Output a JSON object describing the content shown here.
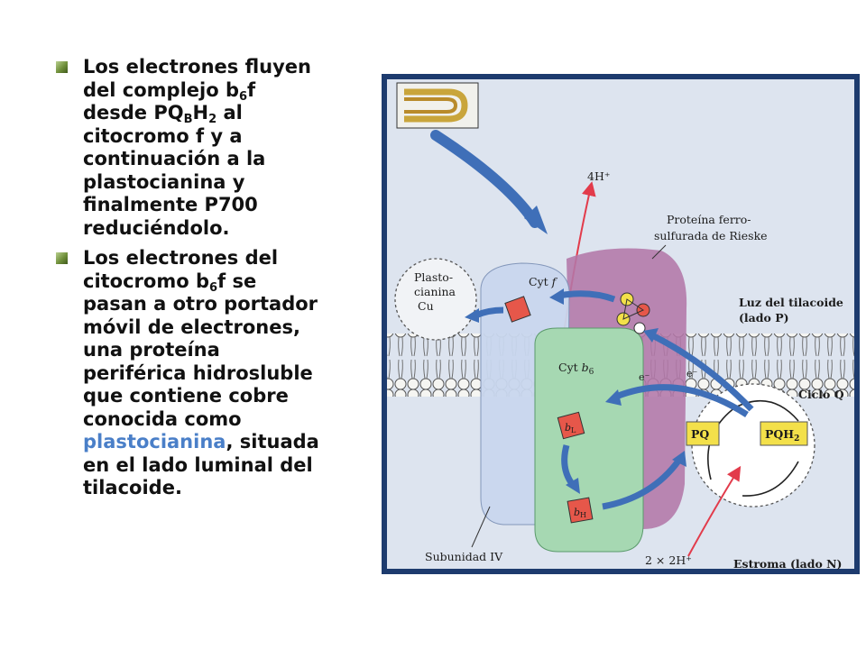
{
  "bullets": [
    {
      "lines": [
        {
          "parts": [
            "Los electrones fluyen"
          ]
        },
        {
          "parts": [
            "del complejo b",
            {
              "sub": "6"
            },
            "f"
          ]
        },
        {
          "parts": [
            "desde PQ",
            {
              "sub": "B"
            },
            "H",
            {
              "sub": "2"
            },
            " al"
          ]
        },
        {
          "parts": [
            "citocromo f y a"
          ]
        },
        {
          "parts": [
            "continuación a la"
          ]
        },
        {
          "parts": [
            "plastocianina y"
          ]
        },
        {
          "parts": [
            "finalmente P700"
          ]
        },
        {
          "parts": [
            "reduciéndolo."
          ]
        }
      ]
    },
    {
      "lines": [
        {
          "parts": [
            "Los electrones del"
          ]
        },
        {
          "parts": [
            "citocromo b",
            {
              "sub": "6"
            },
            "f se"
          ]
        },
        {
          "parts": [
            "pasan a otro portador"
          ]
        },
        {
          "parts": [
            "móvil de electrones,"
          ]
        },
        {
          "parts": [
            "una proteína"
          ]
        },
        {
          "parts": [
            "periférica hidrosluble"
          ]
        },
        {
          "parts": [
            "que contiene cobre"
          ]
        },
        {
          "parts": [
            "conocida como"
          ]
        },
        {
          "parts": [
            {
              "accent": "plastocianina"
            },
            ", situada"
          ]
        },
        {
          "parts": [
            "en el lado luminal del"
          ]
        },
        {
          "parts": [
            "tilacoide."
          ]
        }
      ]
    }
  ],
  "figure": {
    "proton_top": "4H⁺",
    "rieske_label_1": "Proteína ferro-",
    "rieske_label_2": "sulfurada de Rieske",
    "plasto_1": "Plasto-",
    "plasto_2": "cianina",
    "plasto_3": "Cu",
    "cyt_f_a": "Cyt ",
    "cyt_f_b": "f",
    "lumen_1": "Luz del tilacoide",
    "lumen_2": "(lado P)",
    "cyt_b6_a": "Cyt ",
    "cyt_b6_b": "b",
    "cyt_b6_c": "6",
    "e_minus_1": "e⁻",
    "e_minus_2": "e⁻",
    "ciclo_q": "Ciclo Q",
    "bl_a": "b",
    "bl_b": "L",
    "bh_a": "b",
    "bh_b": "H",
    "pq": "PQ",
    "pqh2_a": "PQH",
    "pqh2_b": "2",
    "subunidad": "Subunidad IV",
    "proton_bottom": "2 × 2H⁺",
    "estroma": "Estroma (lado N)"
  },
  "colors": {
    "accent": "#4a7fc8",
    "background_panel": "#dde4ef",
    "cyt_f_protein": "#c9d7ee",
    "cyt_b6_protein": "#a6d8b2",
    "rieske_protein": "#b377a8",
    "heme": "#e6574a",
    "pq_box": "#f3e04a",
    "arrow_blue": "#3f6fb8",
    "proton_arrow": "#e23b4b"
  }
}
